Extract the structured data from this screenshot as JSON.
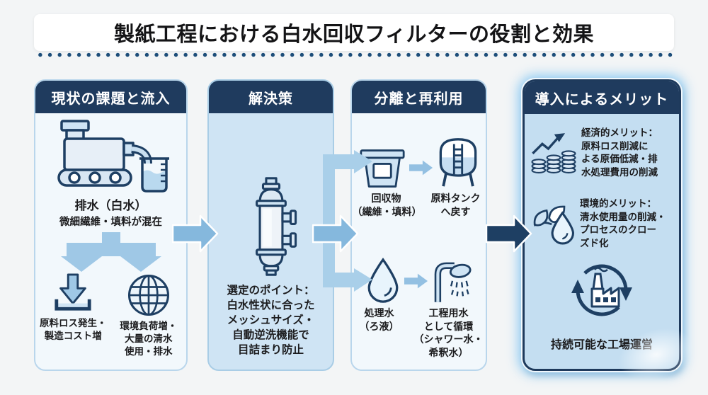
{
  "title": "製紙工程における白水回収フィルターの役割と効果",
  "columns": [
    {
      "header": "現状の課題と流入",
      "caption_title": "排水（白水）",
      "caption_sub": "微細繊維・填料が混在",
      "outcome_left": "原料ロス発生・\n製造コスト増",
      "outcome_right": "環境負荷増・\n大量の清水\n使用・排水"
    },
    {
      "header": "解決策",
      "note": "選定のポイント：\n白水性状に合った\nメッシュサイズ・\n自動逆洗機能で\n目詰まり防止"
    },
    {
      "header": "分離と再利用",
      "row1_item": "回収物\n（繊維・填料）",
      "row1_dest": "原料タンク\nへ戻す",
      "row2_item": "処理水\n（ろ液）",
      "row2_dest": "工程用水\nとして循環\n（シャワー水・\n希釈水）"
    },
    {
      "header": "導入によるメリット",
      "benefit_economic": "経済的メリット：\n原料ロス削減に\nよる原価低減・排\n水処理費用の削減",
      "benefit_environment": "環境的メリット：\n清水使用量の削減・\nプロセスのクロー\nズド化",
      "footer": "持続可能な工場運営"
    }
  ],
  "icons": [
    "paper-machine-icon",
    "branch-arrows-icon",
    "material-loss-tray-icon",
    "globe-icon",
    "filter-vessel-icon",
    "recovered-solids-bin-icon",
    "stock-tank-icon",
    "water-drop-icon",
    "shower-icon",
    "coins-growth-icon",
    "leaf-drop-icon",
    "recycle-factory-icon"
  ],
  "colors": {
    "header_bg": "#1f3b5e",
    "light_arrow": "#85b8dd",
    "branch_arrow": "#9fc8e6",
    "dark_arrow": "#1e3f63",
    "panel_light": "#f2f8fc",
    "panel_blue": "#cfe4f4",
    "benefit_panel": "#c4def1",
    "outline_navy": "#1e3f63",
    "dotted_line": "#1d4e7a"
  }
}
